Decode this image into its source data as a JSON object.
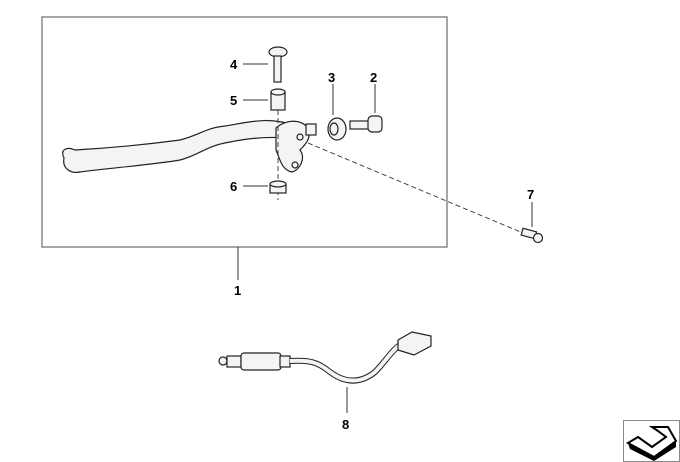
{
  "diagram": {
    "callouts": [
      "1",
      "2",
      "3",
      "4",
      "5",
      "6",
      "7",
      "8"
    ]
  },
  "nav": {
    "icon": "arrow-navigate-icon"
  }
}
